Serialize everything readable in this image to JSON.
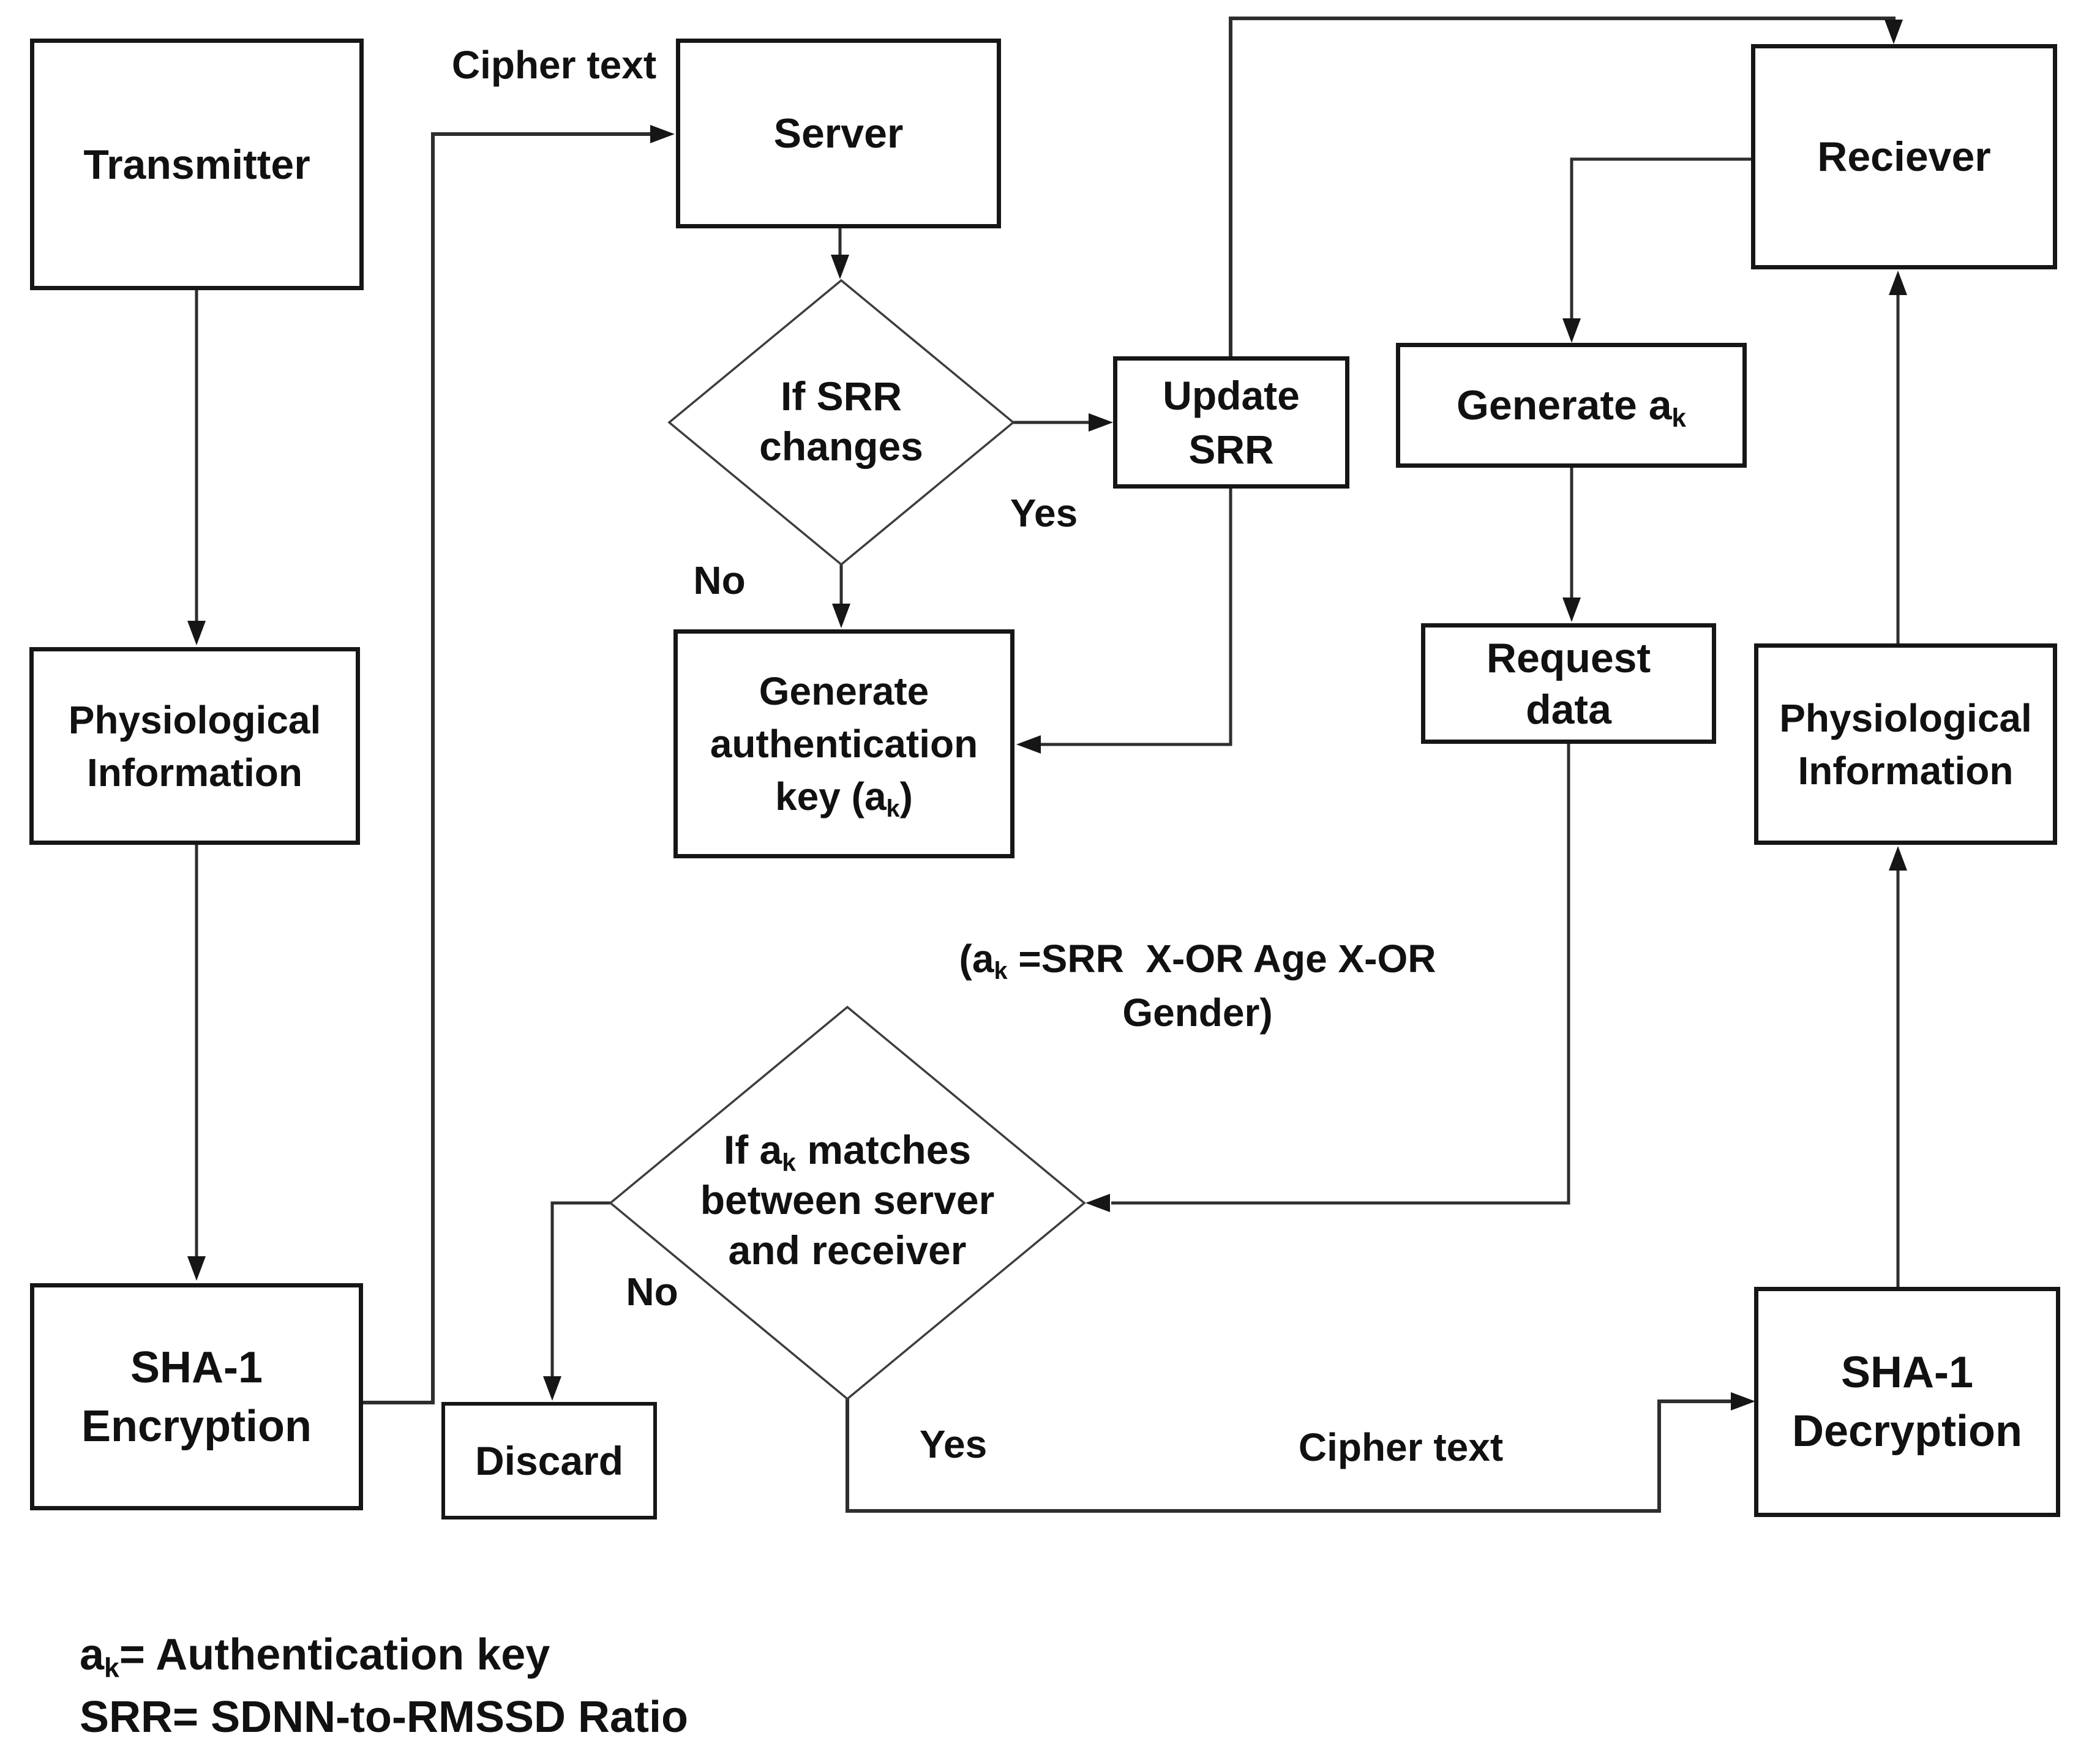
{
  "nodes": {
    "transmitter": {
      "label": "Transmitter"
    },
    "server": {
      "label": "Server"
    },
    "reciever": {
      "label": "Reciever"
    },
    "update_srr": {
      "lines": [
        "Update",
        "SRR"
      ]
    },
    "generate_ak": {
      "pre": "Generate a",
      "sub": "k"
    },
    "request_data": {
      "lines": [
        "Request",
        "data"
      ]
    },
    "phys_info_left": {
      "lines": [
        "Physiological",
        "Information"
      ]
    },
    "phys_info_right": {
      "lines": [
        "Physiological",
        "Information"
      ]
    },
    "gen_auth_key": {
      "lines": [
        "Generate",
        "authentication"
      ],
      "line3": {
        "pre": "key (a",
        "sub": "k",
        "post": ")"
      }
    },
    "sha1_encryption": {
      "lines": [
        "SHA-1",
        "Encryption"
      ]
    },
    "sha1_decryption": {
      "lines": [
        "SHA-1",
        "Decryption"
      ]
    },
    "discard": {
      "label": "Discard"
    }
  },
  "decisions": {
    "if_srr_changes": {
      "lines": [
        "If SRR",
        "changes"
      ]
    },
    "if_ak_matches": {
      "line1": {
        "pre": "If a",
        "sub": "k",
        "post": " matches"
      },
      "line2": "between server",
      "line3": "and receiver"
    }
  },
  "edge_labels": {
    "cipher_text_top": "Cipher text",
    "yes_srr": "Yes",
    "no_srr": "No",
    "no_match": "No",
    "yes_match": "Yes",
    "cipher_text_bottom": "Cipher text"
  },
  "annotation": {
    "line1": {
      "pre": "(a",
      "sub": "k",
      "post": " =SRR  X-OR Age X-OR"
    },
    "line2": "Gender)"
  },
  "legend": {
    "line1": {
      "pre": "a",
      "sub": "k",
      "post": "= Authentication key"
    },
    "line2": "SRR= SDNN-to-RMSSD Ratio"
  },
  "colors": {
    "ink": "#161616",
    "background": "#ffffff"
  }
}
